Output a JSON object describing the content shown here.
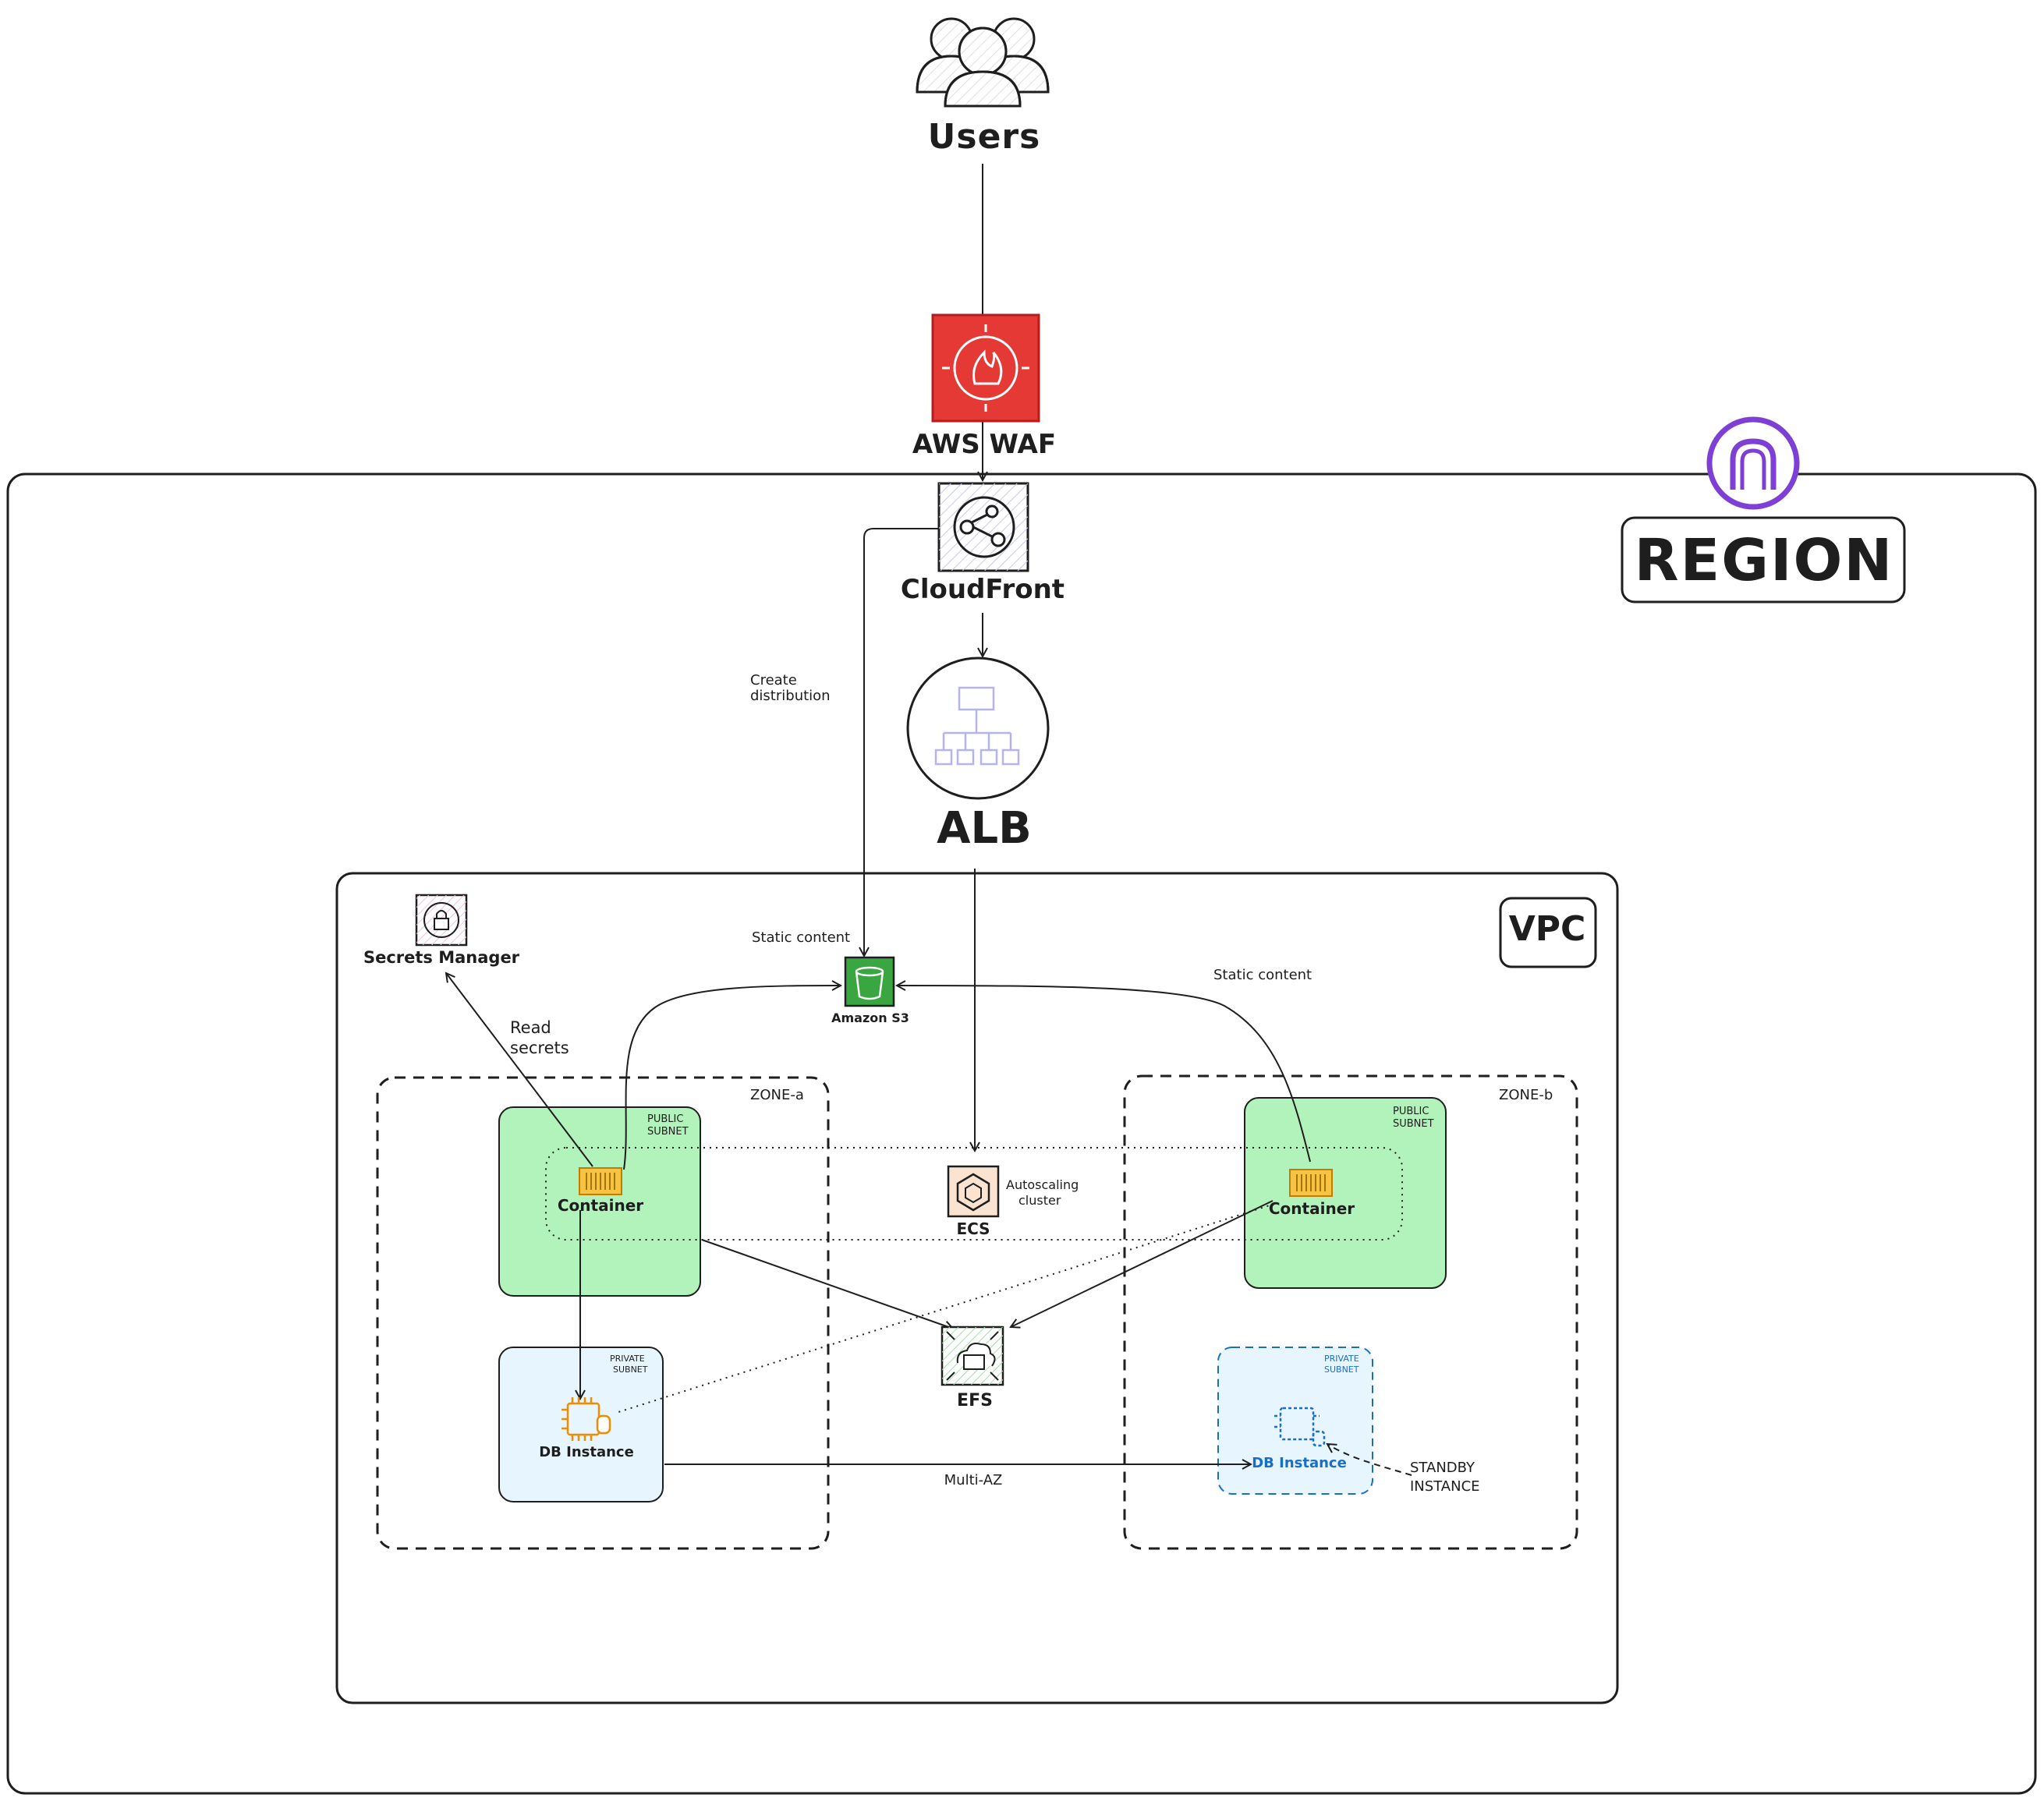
{
  "nodes": {
    "users": "Users",
    "waf": "AWS WAF",
    "cloudfront": "CloudFront",
    "alb": "ALB",
    "secrets_manager": "Secrets Manager",
    "s3": "Amazon S3",
    "ecs": "ECS",
    "ecs_note_line1": "Autoscaling",
    "ecs_note_line2": "cluster",
    "efs": "EFS",
    "container_a": "Container",
    "container_b": "Container",
    "db_a": "DB Instance",
    "db_b": "DB Instance"
  },
  "containers": {
    "region": "REGION",
    "vpc": "VPC",
    "zone_a": "ZONE-a",
    "zone_b": "ZONE-b",
    "public_subnet_line1": "PUBLIC",
    "public_subnet_line2": "SUBNET",
    "private_subnet_line1": "PRIVATE",
    "private_subnet_line2": "SUBNET"
  },
  "edge_labels": {
    "create_distribution_line1": "Create",
    "create_distribution_line2": "distribution",
    "static_content_left": "Static content",
    "static_content_right": "Static content",
    "read_secrets_line1": "Read",
    "read_secrets_line2": "secrets",
    "multi_az": "Multi-AZ",
    "standby_line1": "STANDBY",
    "standby_line2": "INSTANCE"
  },
  "colors": {
    "waf_red": "#e53935",
    "region_purple": "#7e3fd6",
    "subnet_green": "#b2f2bb",
    "private_blue": "#e7f5ff",
    "s3_green": "#3aa641",
    "ec2_orange": "#f08c00",
    "standby_blue": "#1a6fc4"
  }
}
